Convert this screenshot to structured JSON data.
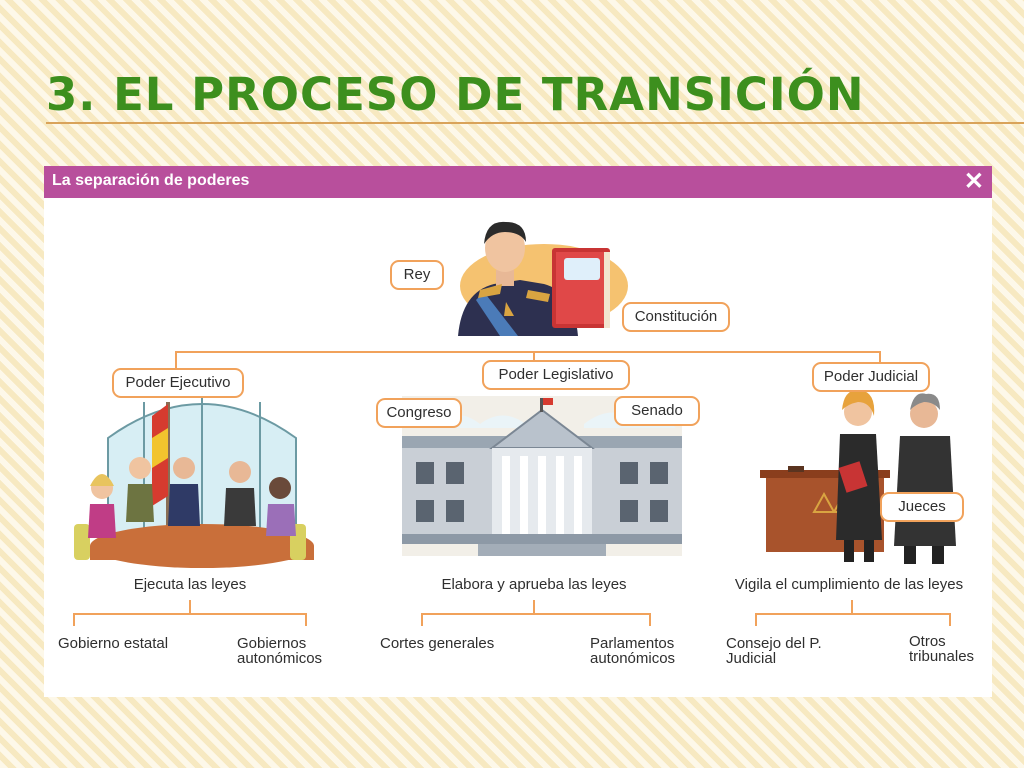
{
  "slide": {
    "title": "3. El proceso de transición"
  },
  "panel": {
    "title": "La separación de poderes",
    "close_symbol": "✕"
  },
  "diagram": {
    "rey": "Rey",
    "constitucion": "Constitución",
    "ejecutivo": {
      "label": "Poder Ejecutivo",
      "caption": "Ejecuta las leyes",
      "children": [
        "Gobierno estatal",
        "Gobiernos\nautonómicos"
      ]
    },
    "legislativo": {
      "label": "Poder Legislativo",
      "chambers": [
        "Congreso",
        "Senado"
      ],
      "caption": "Elabora y aprueba las leyes",
      "children": [
        "Cortes generales",
        "Parlamentos\nautonómicos"
      ]
    },
    "judicial": {
      "label": "Poder Judicial",
      "jueces": "Jueces",
      "caption": "Vigila el cumplimiento de las leyes",
      "children": [
        "Consejo del P.\nJudicial",
        "Otros\ntribunales"
      ]
    }
  },
  "colors": {
    "title": "#3d8f1e",
    "header": "#b84f9c",
    "connector": "#f1a25b",
    "label_border": "#f1a25b"
  }
}
